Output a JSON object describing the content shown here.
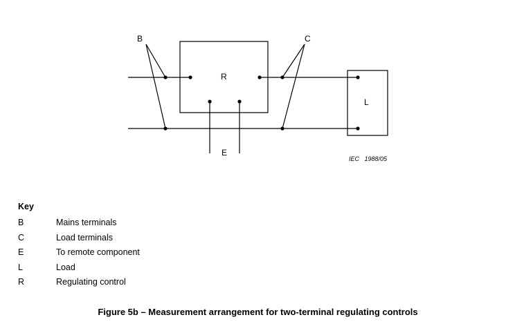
{
  "diagram": {
    "labels": {
      "B": "B",
      "C": "C",
      "R": "R",
      "L": "L",
      "E": "E"
    },
    "iec_code": "IEC   1988/05"
  },
  "key": {
    "heading": "Key",
    "items": [
      {
        "code": "B",
        "desc": "Mains terminals"
      },
      {
        "code": "C",
        "desc": "Load terminals"
      },
      {
        "code": "E",
        "desc": "To remote component"
      },
      {
        "code": "L",
        "desc": "Load"
      },
      {
        "code": "R",
        "desc": "Regulating control"
      }
    ]
  },
  "caption": "Figure 5b – Measurement arrangement for two-terminal regulating controls"
}
